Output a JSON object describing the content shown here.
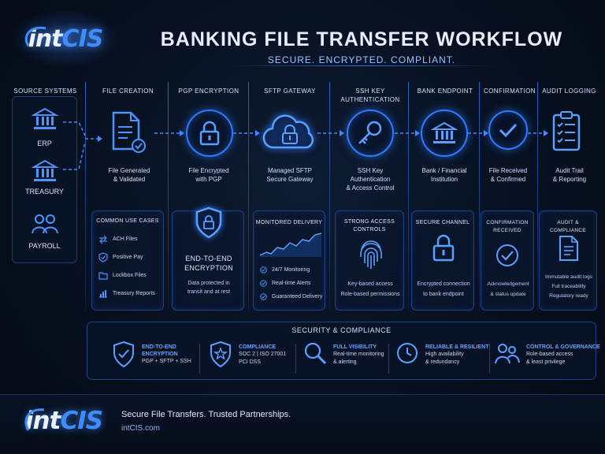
{
  "header": {
    "logo": "intCIS",
    "title": "BANKING FILE TRANSFER WORKFLOW",
    "subtitle": "SECURE. ENCRYPTED. COMPLIANT."
  },
  "columns": {
    "source": "SOURCE SYSTEMS",
    "creation": "FILE CREATION",
    "pgp": "PGP ENCRYPTION",
    "sftp": "SFTP GATEWAY",
    "ssh_1": "SSH KEY",
    "ssh_2": "AUTHENTICATION",
    "bank": "BANK ENDPOINT",
    "confirm": "CONFIRMATION",
    "audit": "AUDIT LOGGING"
  },
  "sources": {
    "erp": "ERP",
    "treasury": "TREASURY",
    "payroll": "PAYROLL"
  },
  "steps": {
    "creation": [
      "File Generated",
      "& Validated"
    ],
    "pgp": [
      "File Encrypted",
      "with PGP"
    ],
    "sftp": [
      "Managed SFTP",
      "Secure Gateway"
    ],
    "ssh": [
      "SSH Key",
      "Authentication",
      "& Access Control"
    ],
    "bank": [
      "Bank / Financial",
      "Institution"
    ],
    "confirm": [
      "File Received",
      "& Confirmed"
    ],
    "audit": [
      "Audit Trail",
      "& Reporting"
    ]
  },
  "cards": {
    "use_cases": {
      "title": "COMMON USE CASES",
      "items": [
        "ACH Files",
        "Positive Pay",
        "Lockbox Files",
        "Treasury Reports"
      ]
    },
    "e2e": {
      "title_1": "END-TO-END",
      "title_2": "ENCRYPTION",
      "text_1": "Data protected in",
      "text_2": "transit and at rest"
    },
    "monitored": {
      "title": "MONITORED DELIVERY",
      "items": [
        "24/7 Monitoring",
        "Real-time Alerts",
        "Guaranteed Delivery"
      ]
    },
    "strong_access": {
      "title_1": "STRONG ACCESS",
      "title_2": "CONTROLS",
      "text_1": "Key-based access",
      "text_2": "Role-based permissions"
    },
    "secure_channel": {
      "title": "SECURE CHANNEL",
      "text_1": "Encrypted connection",
      "text_2": "to bank endpoint"
    },
    "confirmation": {
      "title_1": "CONFIRMATION",
      "title_2": "RECEIVED",
      "text_1": "Acknowledgement",
      "text_2": "& status update"
    },
    "audit": {
      "title": "AUDIT & COMPLIANCE",
      "text_1": "Immutable audit logs",
      "text_2": "Full traceability",
      "text_3": "Regulatory ready"
    }
  },
  "security": {
    "title": "SECURITY & COMPLIANCE",
    "items": [
      {
        "head_1": "END-TO-END",
        "head_2": "ENCRYPTION",
        "text_1": "PGP + SFTP + SSH",
        "text_2": ""
      },
      {
        "head_1": "COMPLIANCE",
        "head_2": "",
        "text_1": "SOC 2 | ISO 27001",
        "text_2": "PCI DSS"
      },
      {
        "head_1": "FULL VISIBILITY",
        "head_2": "",
        "text_1": "Real-time monitoring",
        "text_2": "& alerting"
      },
      {
        "head_1": "RELIABLE & RESILIENT",
        "head_2": "",
        "text_1": "High availability",
        "text_2": "& redundancy"
      },
      {
        "head_1": "CONTROL & GOVERNANCE",
        "head_2": "",
        "text_1": "Role-based access",
        "text_2": "& least privilege"
      }
    ]
  },
  "footer": {
    "logo": "intCIS",
    "tagline": "Secure File Transfers. Trusted Partnerships.",
    "url": "intCIS.com"
  },
  "colors": {
    "accent": "#3f8cff",
    "glow": "#2f7bff",
    "background": "#07101f",
    "panel_border": "#1e4286"
  },
  "icons": [
    "bank-icon",
    "document-check-icon",
    "padlock-icon",
    "cloud-lock-icon",
    "key-icon",
    "checkmark-icon",
    "clipboard-checklist-icon",
    "shield-icon",
    "fingerprint-icon",
    "magnifier-icon",
    "clock-icon",
    "users-icon",
    "chart-icon"
  ]
}
